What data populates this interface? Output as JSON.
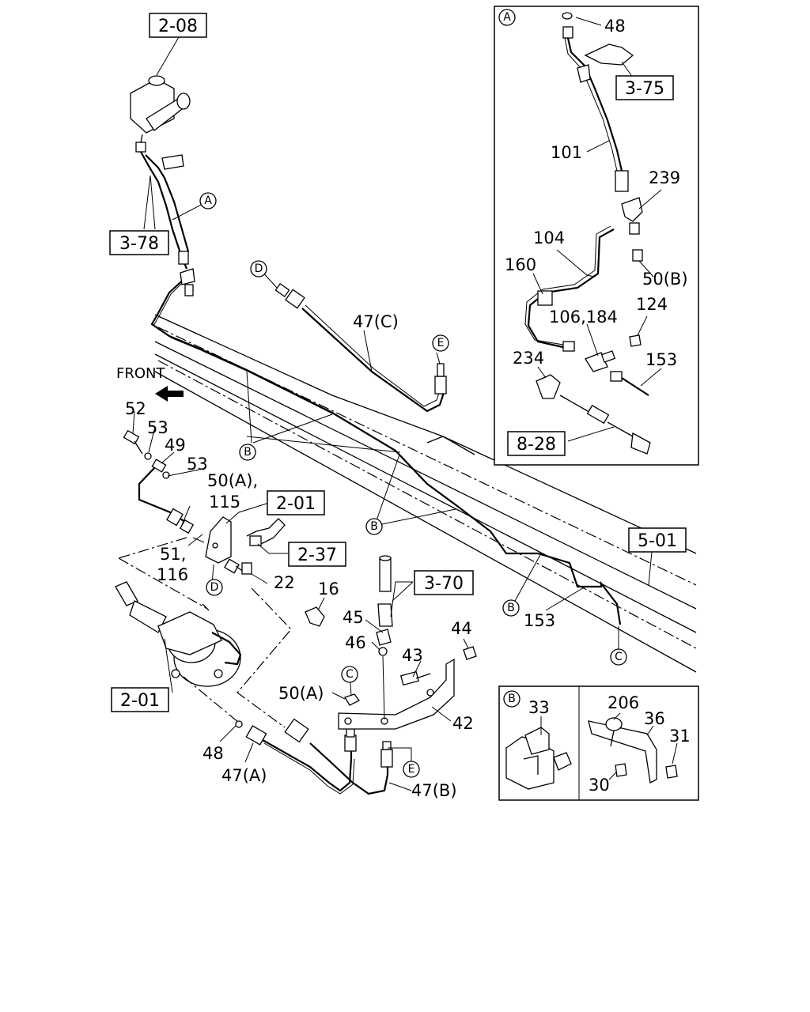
{
  "front_label": "FRONT",
  "ref_boxes": [
    {
      "id": "ref-2-08",
      "text": "2-08"
    },
    {
      "id": "ref-3-78",
      "text": "3-78"
    },
    {
      "id": "ref-2-01-top",
      "text": "2-01"
    },
    {
      "id": "ref-2-37",
      "text": "2-37"
    },
    {
      "id": "ref-3-70",
      "text": "3-70"
    },
    {
      "id": "ref-2-01-bottom",
      "text": "2-01"
    },
    {
      "id": "ref-5-01",
      "text": "5-01"
    },
    {
      "id": "ref-3-75",
      "text": "3-75"
    },
    {
      "id": "ref-8-28",
      "text": "8-28"
    }
  ],
  "circle_markers": {
    "A": "A",
    "B": "B",
    "C": "C",
    "D": "D",
    "E": "E"
  },
  "part_labels": {
    "p47c": "47(C)",
    "p52": "52",
    "p53a": "53",
    "p49": "49",
    "p53b": "53",
    "p50a_top": "50(A),",
    "p115": "115",
    "p51": "51,",
    "p116": "116",
    "p22": "22",
    "p16": "16",
    "p45": "45",
    "p46": "46",
    "p44": "44",
    "p43": "43",
    "p50a": "50(A)",
    "p42": "42",
    "p48": "48",
    "p47a": "47(A)",
    "p47b": "47(B)",
    "p153": "153",
    "inset_a": {
      "p48": "48",
      "p101": "101",
      "p239": "239",
      "p104": "104",
      "p160": "160",
      "p50b": "50(B)",
      "p124": "124",
      "p106_184": "106,184",
      "p234": "234",
      "p153": "153"
    },
    "inset_b": {
      "p33": "33",
      "p206": "206",
      "p36": "36",
      "p31": "31",
      "p30": "30"
    }
  }
}
